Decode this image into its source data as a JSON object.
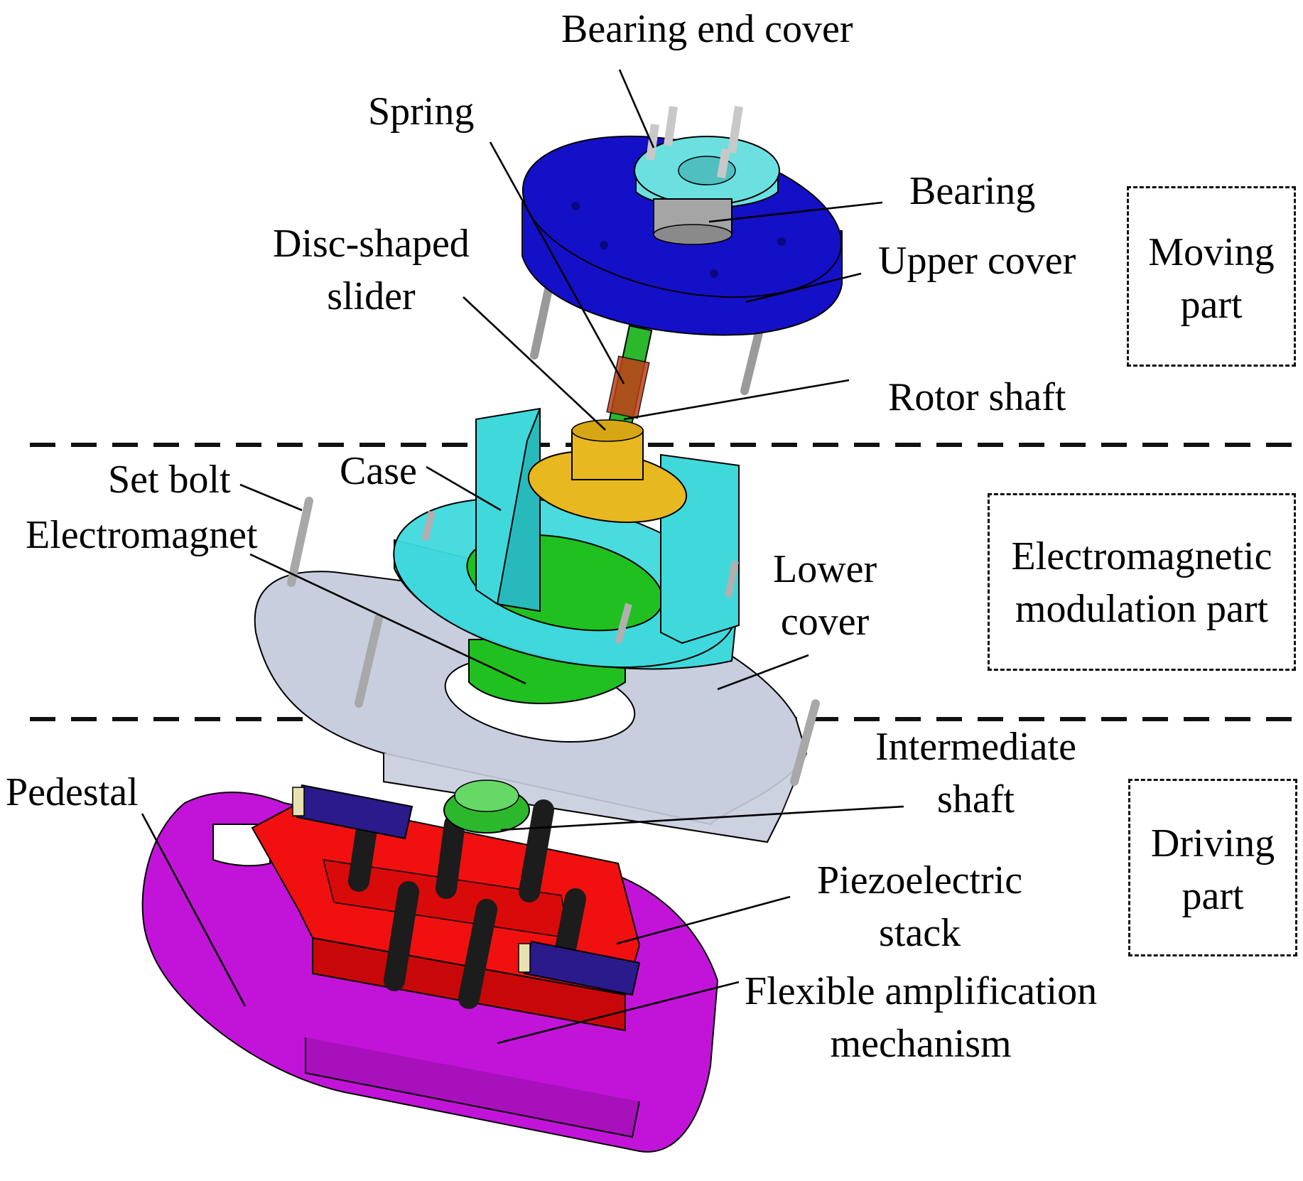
{
  "labels": {
    "bearing_end_cover": "Bearing end cover",
    "spring": "Spring",
    "bearing": "Bearing",
    "disc_shaped_slider": [
      "Disc-shaped",
      "slider"
    ],
    "upper_cover": "Upper cover",
    "rotor_shaft": "Rotor shaft",
    "set_bolt": "Set bolt",
    "case": "Case",
    "electromagnet": "Electromagnet",
    "lower_cover": [
      "Lower",
      "cover"
    ],
    "intermediate_shaft": [
      "Intermediate",
      "shaft"
    ],
    "pedestal": "Pedestal",
    "piezoelectric_stack": [
      "Piezoelectric",
      "stack"
    ],
    "flexible_amplification_mechanism": [
      "Flexible amplification",
      "mechanism"
    ]
  },
  "sections": {
    "moving": [
      "Moving",
      "part"
    ],
    "electromagnetic": [
      "Electromagnetic",
      "modulation part"
    ],
    "driving": [
      "Driving",
      "part"
    ]
  },
  "colors": {
    "upper_cover": "#1410c8",
    "bearing_end_cover": "#6ce0e0",
    "case": "#3fd9dc",
    "slider": "#e8b820",
    "electromagnet": "#20c020",
    "lower_cover": "#c8cede",
    "flexible_mechanism": "#f01010",
    "pedestal": "#c214d8",
    "piezo_stack": "#2a1a8c",
    "bolt": "#bdbdbd",
    "black_bolt": "#1c1c1c",
    "rotor_shaft": "#2cb82c"
  }
}
